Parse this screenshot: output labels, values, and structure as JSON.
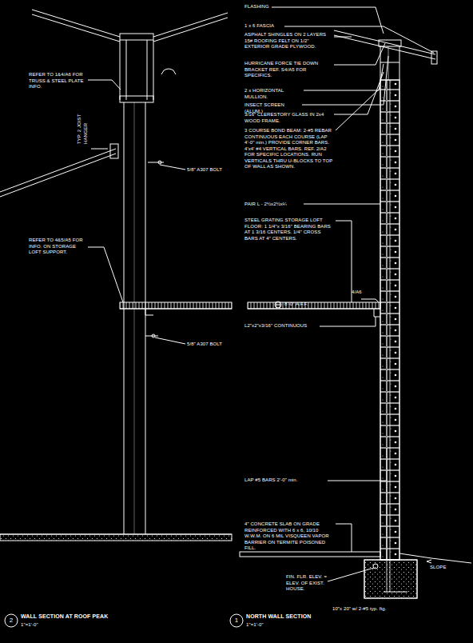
{
  "diagram": {
    "labels": [
      "FLASHING",
      "1 x 6 FASCIA",
      "ASPHALT SHINGLES ON 2 LAYERS 15# ROOFING FELT ON 1/2\" EXTERIOR GRADE PLYWOOD.",
      "HURRICANE FORCE TIE DOWN BRACKET REF. S4/A5 FOR SPECIFICS.",
      "2 x HORIZONTAL MULLION.",
      "INSECT SCREEN (ALUM.)",
      "3/16\" CLERESTORY GLASS IN 2x4 WOOD FRAME.",
      "3 COURSE BOND BEAM: 2-#5 REBAR CONTINUOUS EACH COURSE (LAP 4'-0\" min.) PROVIDE CORNER BARS. 4'x4' #4 VERTICAL BARS. REF. 2/A2 FOR SPECIFIC LOCATIONS. RUN VERTICALS THRU U-BLOCKS TO TOP OF WALL AS SHOWN.",
      "PAIR L - 2½x2½x¼",
      "STEEL GRATING STORAGE LOFT FLOOR: 1 1/4\"x 3/16\" BEARING BARS AT 1 3/16 CENTERS. 1/4\" CROSS BARS AT 4\" CENTERS.",
      "4/A6",
      "8'-0\" A.F.F.",
      "L2\"x2\"x3/16\" CONTINUOUS",
      "LAP #5 BARS 2'-0\" min.",
      "4\" CONCRETE SLAB ON GRADE REINFORCED WITH 6 x 6, 10/10 W.W.M. ON 6 MIL VISQUEEN VAPOR BARRIER ON TERMITE POISONED FILL.",
      "FIN. FLR. ELEV. = ELEV. OF EXIST. HOUSE.",
      "SLOPE",
      "10\"x 20\" w/ 2-#5 typ. ftg.",
      "1",
      "NORTH WALL SECTION",
      "1\"=1'-0\"",
      "REFER TO 1&4/A6 FOR TRUSS & STEEL PLATE INFO.",
      "TYP. 2 JOIST HANGER",
      "5/8\" A307 BOLT",
      "REFER TO 4&5/A5 FOR INFO. ON STORAGE LOFT SUPPORT.",
      "5/8\" A307 BOLT",
      "2",
      "WALL SECTION AT ROOF PEAK",
      "1\"=1'-0\""
    ]
  }
}
